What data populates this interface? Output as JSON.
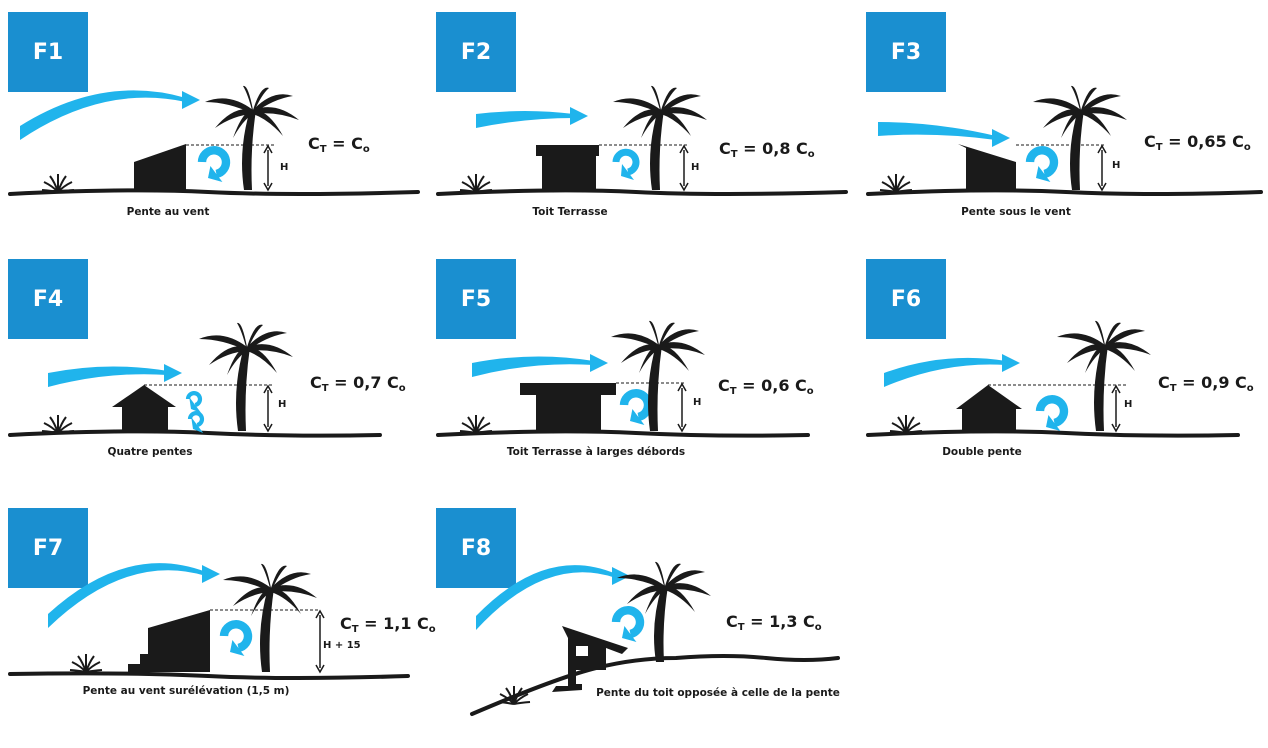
{
  "colors": {
    "badge": "#1a8fd0",
    "wind": "#20b4ec",
    "ink": "#1a1a1a"
  },
  "panels": [
    {
      "id": "F1",
      "caption": "Pente au vent",
      "ct": "T",
      "co": "o",
      "eq": " = C",
      "coef": "",
      "h_label": "H",
      "roof": "shed-windward"
    },
    {
      "id": "F2",
      "caption": "Toit Terrasse",
      "ct": "T",
      "co": "o",
      "eq": " = 0,8 C",
      "coef": "0,8",
      "h_label": "H",
      "roof": "flat"
    },
    {
      "id": "F3",
      "caption": "Pente sous le vent",
      "ct": "T",
      "co": "o",
      "eq": " = 0,65 C",
      "coef": "0,65",
      "h_label": "H",
      "roof": "shed-leeward"
    },
    {
      "id": "F4",
      "caption": "Quatre pentes",
      "ct": "T",
      "co": "o",
      "eq": " = 0,7 C",
      "coef": "0,7",
      "h_label": "H",
      "roof": "hip"
    },
    {
      "id": "F5",
      "caption": "Toit Terrasse à larges débords",
      "ct": "T",
      "co": "o",
      "eq": " = 0,6 C",
      "coef": "0,6",
      "h_label": "H",
      "roof": "flat-overhang"
    },
    {
      "id": "F6",
      "caption": "Double pente",
      "ct": "T",
      "co": "o",
      "eq": " = 0,9 C",
      "coef": "0,9",
      "h_label": "H",
      "roof": "gable"
    },
    {
      "id": "F7",
      "caption": "Pente au vent surélévation (1,5 m)",
      "ct": "T",
      "co": "o",
      "eq": " = 1,1 C",
      "coef": "1,1",
      "h_label": "H + 15",
      "roof": "raised"
    },
    {
      "id": "F8",
      "caption": "Pente du toit opposée à celle de la pente",
      "ct": "T",
      "co": "o",
      "eq": " = 1,3 C",
      "coef": "1,3",
      "h_label": "",
      "roof": "hillside"
    }
  ]
}
